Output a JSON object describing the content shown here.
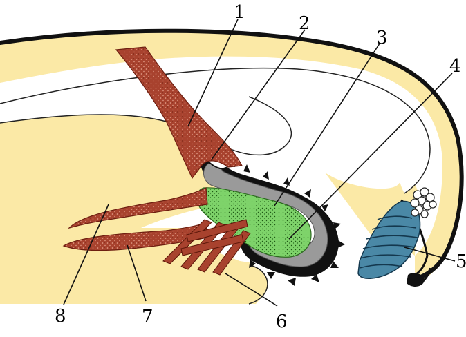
{
  "labels": {
    "l1": "1",
    "l2": "2",
    "l3": "3",
    "l4": "4",
    "l5": "5",
    "l6": "6",
    "l7": "7",
    "l8": "8"
  },
  "colors": {
    "background": "#ffffff",
    "tissue_fill": "#fbe9a6",
    "outline": "#111111",
    "muscle": "#a8422e",
    "muscle_dark": "#6d1e10",
    "green_core": "#7ed36a",
    "green_dots": "#1e5a14",
    "gray_layer": "#9a9a9a",
    "blue_organ": "#4a88a6",
    "blue_stripes": "#14384e"
  }
}
